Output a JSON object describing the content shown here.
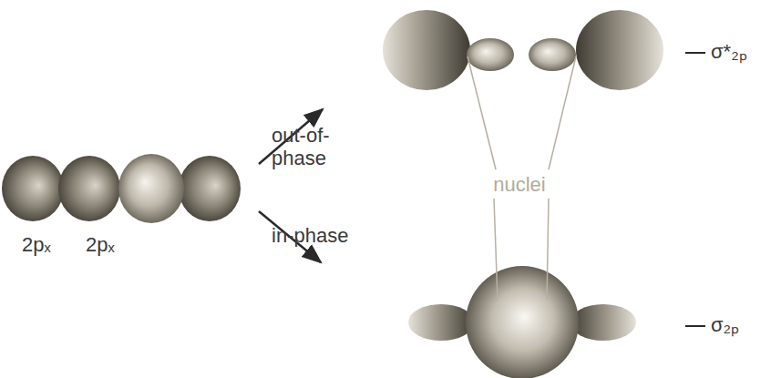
{
  "diagram": {
    "labels": [
      "2pₓ",
      "2pₓ",
      "out-of-phase",
      "in-phase",
      "nuclei",
      "σ*₂ₚ",
      "σ₂ₚ"
    ]
  }
}
